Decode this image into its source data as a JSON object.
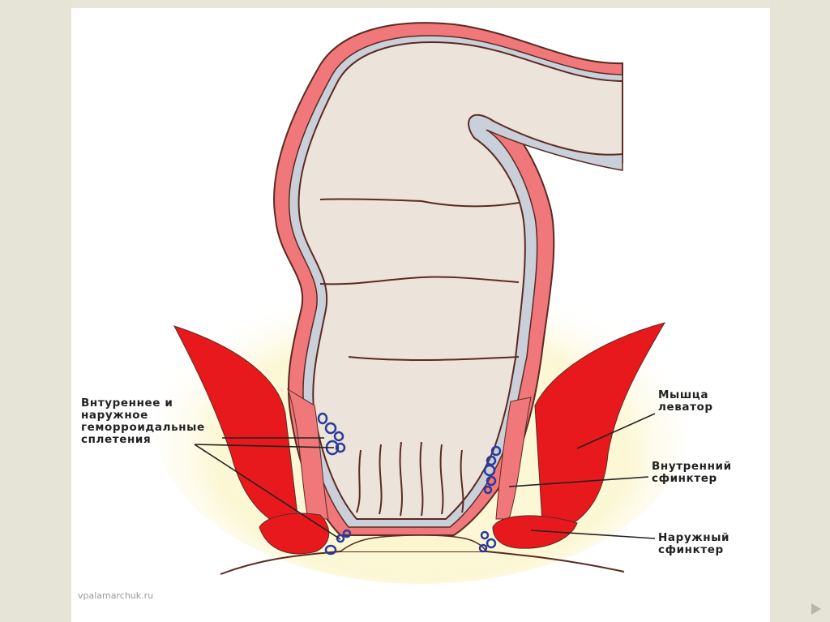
{
  "labels": {
    "plexus": "Внтуреннее и\nнаружное\nгеморроидальные\nсплетения",
    "levator": "Мышца\nлеватор",
    "internal_sphincter": "Внутренний\nсфинктер",
    "external_sphincter": "Наружный\nсфинктер"
  },
  "watermark": "vpalamarchuk.ru",
  "colors": {
    "muscle_red": "#e8191d",
    "wall_pink": "#f0787a",
    "lumen": "#ece3da",
    "outline": "#5b2a22",
    "vessel_blue": "#2a3a9c",
    "mucosa_gray": "#c9d0da",
    "fat_yellow": "#fbf6cf"
  }
}
